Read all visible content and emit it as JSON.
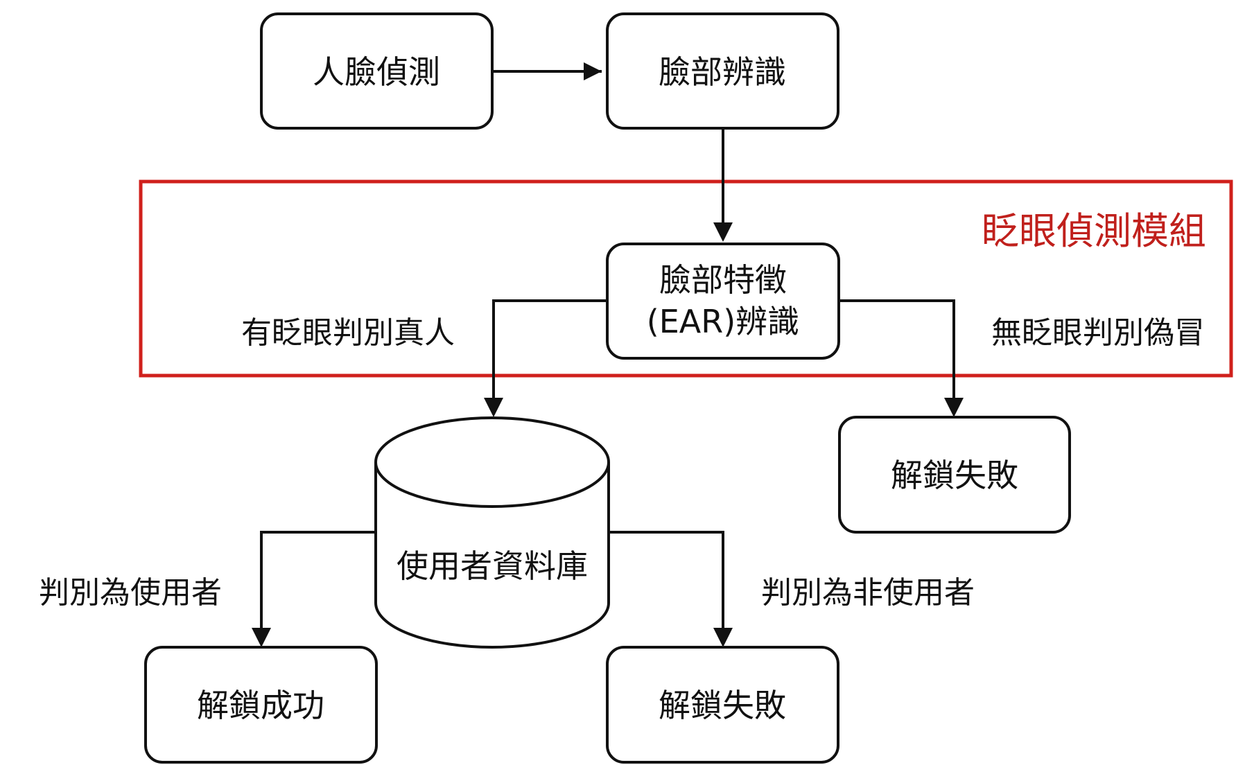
{
  "colors": {
    "module_border": "#d0201c",
    "module_label": "#c0201c",
    "stroke": "#111111"
  },
  "module": {
    "label": "眨眼偵測模組"
  },
  "nodes": {
    "face_detection": "人臉偵測",
    "face_recognition": "臉部辨識",
    "ear_line1": "臉部特徵",
    "ear_line2": "(EAR)辨識",
    "database": "使用者資料庫",
    "fail_right": "解鎖失敗",
    "success": "解鎖成功",
    "fail_bottom": "解鎖失敗"
  },
  "edges": {
    "blink_real": "有眨眼判別真人",
    "no_blink_fake": "無眨眼判別偽冒",
    "is_user": "判別為使用者",
    "not_user": "判別為非使用者"
  }
}
